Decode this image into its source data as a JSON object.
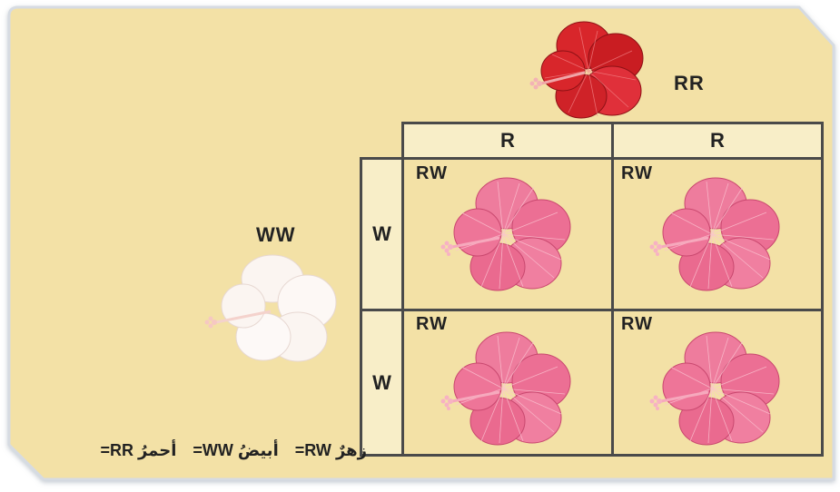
{
  "colors": {
    "card": "#f3e1a6",
    "header_fill": "#f8eec8",
    "grid_line": "#4a4a4a",
    "red_flower": "#d8262b",
    "pink_flower": "#ec6f94",
    "white_flower": "#fbf5f1"
  },
  "parent_top": {
    "genotype": "RR",
    "flower_icon": "red-hibiscus"
  },
  "parent_left": {
    "genotype": "WW",
    "flower_icon": "white-hibiscus"
  },
  "columns": [
    "R",
    "R"
  ],
  "rows": [
    "W",
    "W"
  ],
  "cells": [
    {
      "label": "RW",
      "flower_icon": "pink-hibiscus"
    },
    {
      "label": "RW",
      "flower_icon": "pink-hibiscus"
    },
    {
      "label": "RW",
      "flower_icon": "pink-hibiscus"
    },
    {
      "label": "RW",
      "flower_icon": "pink-hibiscus"
    }
  ],
  "legend": {
    "pink_word": "زهرٌ",
    "pink_code": "=RW",
    "white_word": "أبيضُ",
    "white_code": "=WW",
    "red_word": "أحمرُ",
    "red_code": "=RR"
  }
}
